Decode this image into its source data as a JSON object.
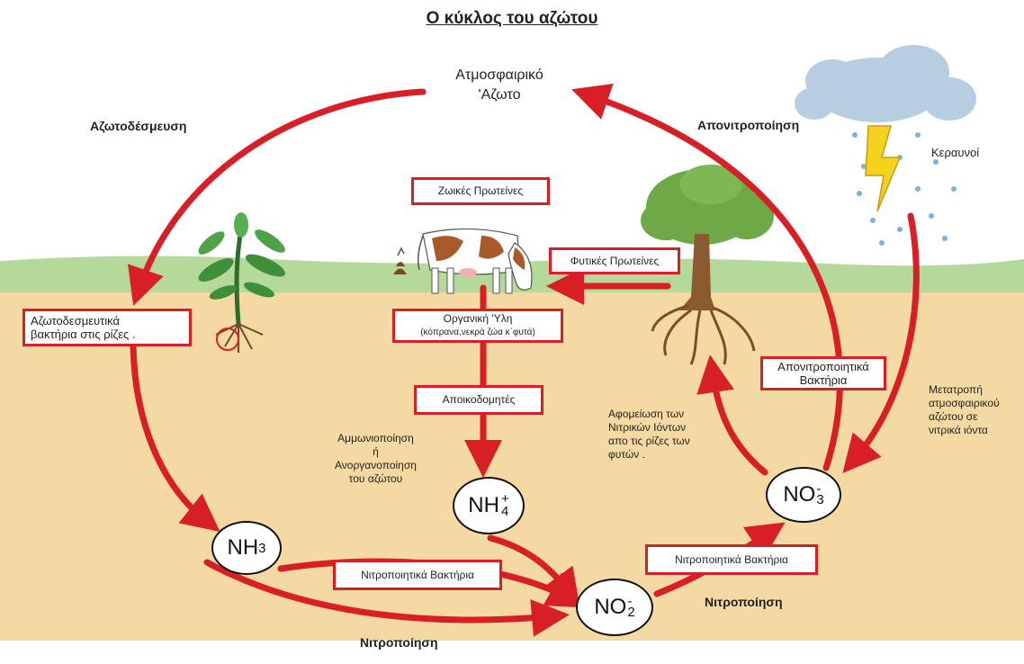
{
  "title": "Ο κύκλος του αζώτου",
  "nodes": {
    "atmosphere_line1": "Ατμοσφαιρικό",
    "atmosphere_line2": "'Αζωτο",
    "lightning": "Κεραυνοί",
    "nh3": {
      "base": "NH",
      "sub": "3"
    },
    "nh4": {
      "base": "NH",
      "sup": "+",
      "sub": "4"
    },
    "no2": {
      "base": "NO",
      "sup": "-",
      "sub": "2"
    },
    "no3": {
      "base": "NO",
      "sup": "-",
      "sub": "3"
    }
  },
  "boxes": {
    "animal_proteins": "Ζωικές Πρωτείνες",
    "plant_proteins": "Φυτικές Πρωτείνες",
    "organic_matter_line1": "Οργανική 'Υλη",
    "organic_matter_line2": "(κόπρανα,νεκρά ζώα κ΄φυτά)",
    "decomposers": "Αποικοδομητές",
    "fixing_bacteria": "Αζωτοδεσμευτικά\nβακτήρια στις ρίζες .",
    "denitrifying_bacteria": "Απονιτροποιητικά\nΒακτήρια",
    "nitrifying_bacteria_1": "Νιτροποιητικά Βακτήρια",
    "nitrifying_bacteria_2": "Νιτροποιητικά Βακτήρια"
  },
  "labels": {
    "fixation": "Αζωτοδέσμευση",
    "denitrification": "Απονιτροποίηση",
    "nitrification_1": "Νιτροποίηση",
    "nitrification_2": "Νιτροποίηση",
    "ammonification": "Αμμωνιοποίηση\nή\nΑνοργανοποίηση\nτου αζώτου",
    "release_nitrate": "Αφομείωση των\nΝιτρικών Ιόντων\nαπο τις ρίζες των\nφυτών .",
    "conversion": "Μετατροπή\nατμοσφαιρικού\nαζώτου σε\nνιτρικά ιόντα"
  },
  "colors": {
    "arrow": "#d81f26",
    "sky": "#ffffff",
    "grass": "#b5d99b",
    "soil": "#f5d9a2"
  }
}
